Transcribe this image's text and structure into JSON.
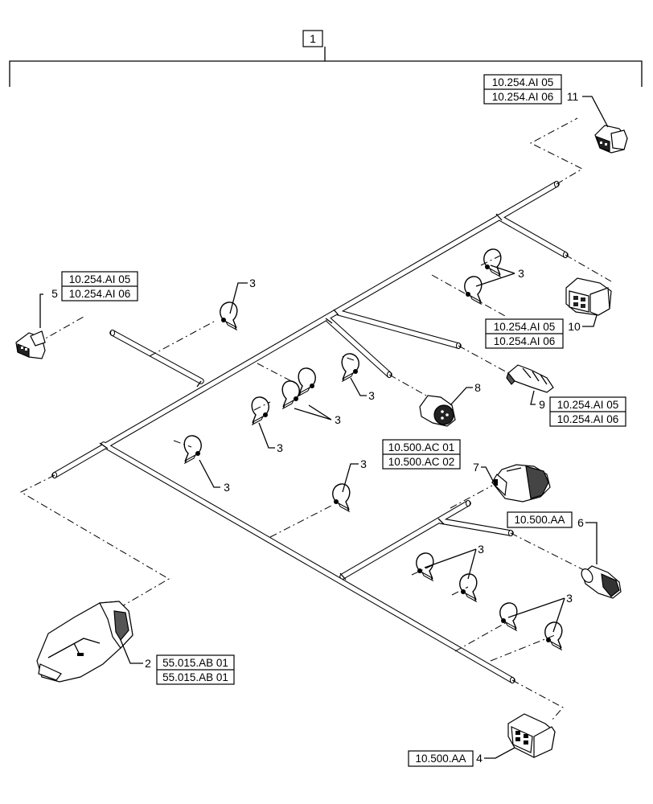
{
  "diagram": {
    "assembly_label": "1",
    "items": [
      {
        "id": "item-2",
        "number": "2",
        "refs": [
          "55.015.AB 01",
          "55.015.AB 01"
        ]
      },
      {
        "id": "item-3",
        "number": "3"
      },
      {
        "id": "item-4",
        "number": "4",
        "refs": [
          "10.500.AA"
        ]
      },
      {
        "id": "item-5",
        "number": "5",
        "refs": [
          "10.254.AI 05",
          "10.254.AI 06"
        ]
      },
      {
        "id": "item-6",
        "number": "6",
        "refs": [
          "10.500.AA"
        ]
      },
      {
        "id": "item-7",
        "number": "7",
        "refs": [
          "10.500.AC 01",
          "10.500.AC 02"
        ]
      },
      {
        "id": "item-8",
        "number": "8"
      },
      {
        "id": "item-9",
        "number": "9",
        "refs": [
          "10.254.AI 05",
          "10.254.AI 06"
        ]
      },
      {
        "id": "item-10",
        "number": "10",
        "refs": [
          "10.254.AI 05",
          "10.254.AI 06"
        ]
      },
      {
        "id": "item-11",
        "number": "11",
        "refs": [
          "10.254.AI 05",
          "10.254.AI 06"
        ]
      }
    ]
  }
}
